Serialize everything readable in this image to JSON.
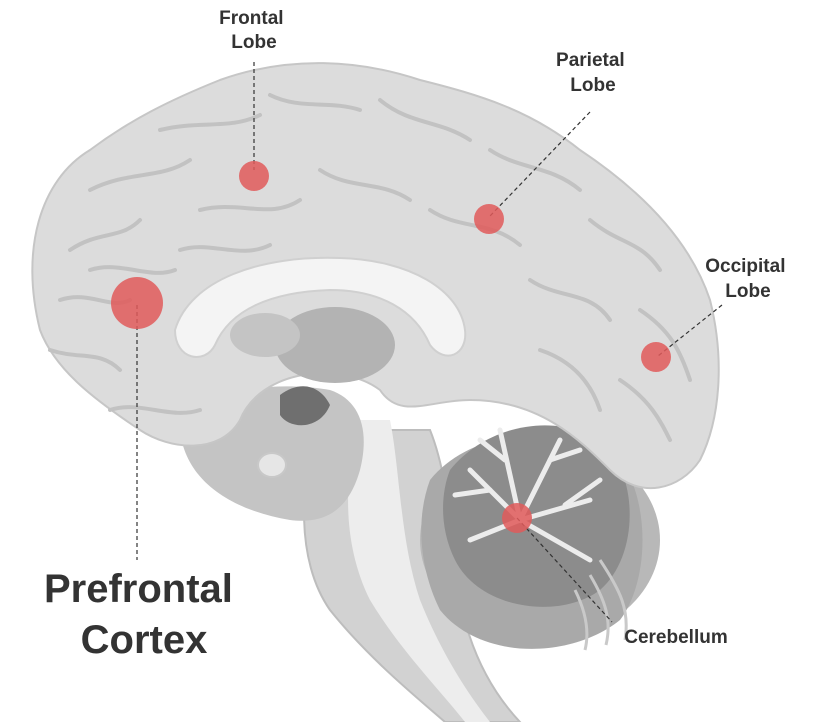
{
  "regions": [
    {
      "id": "frontal",
      "line1": "Frontal",
      "line2": "Lobe"
    },
    {
      "id": "parietal",
      "line1": "Parietal",
      "line2": "Lobe"
    },
    {
      "id": "occipital",
      "line1": "Occipital",
      "line2": "Lobe"
    },
    {
      "id": "cerebellum",
      "line1": "Cerebellum"
    },
    {
      "id": "prefrontal",
      "line1": "Prefrontal",
      "line2": "Cortex"
    }
  ],
  "colors": {
    "brain_light": "#dcdcdc",
    "brain_mid": "#c9c9c9",
    "brain_dark": "#8f8f8f",
    "marker": "#e05a5a",
    "text": "#333333"
  }
}
